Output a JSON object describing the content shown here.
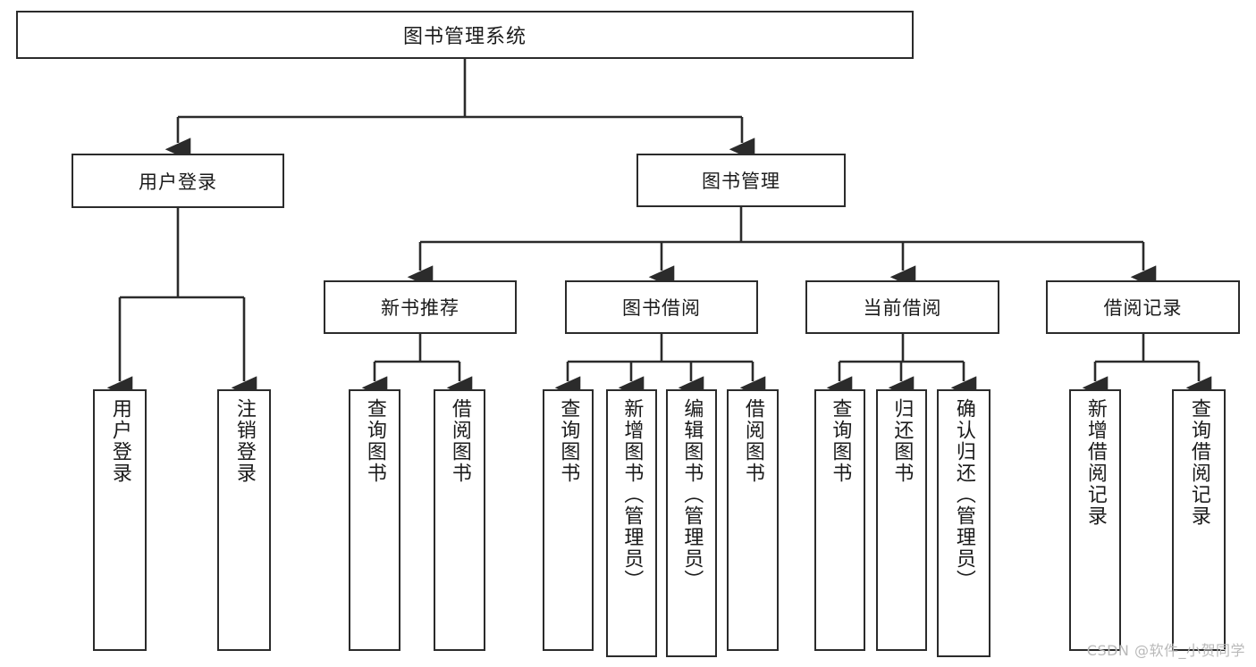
{
  "diagram": {
    "title": "图书管理系统",
    "type": "hierarchy-tree",
    "colors": {
      "box_border": "#2b2b2b",
      "box_fill": "#ffffff",
      "connector": "#2b2b2b",
      "watermark": "#b9b9b9"
    },
    "root": {
      "label": "图书管理系统"
    },
    "level1": [
      {
        "label": "用户登录"
      },
      {
        "label": "图书管理"
      }
    ],
    "level2": [
      {
        "label": "新书推荐"
      },
      {
        "label": "图书借阅"
      },
      {
        "label": "当前借阅"
      },
      {
        "label": "借阅记录"
      }
    ],
    "leaves": {
      "user_login": [
        {
          "label": "用户登录"
        },
        {
          "label": "注销登录"
        }
      ],
      "new_book_recommend": [
        {
          "label": "查询图书"
        },
        {
          "label": "借阅图书"
        }
      ],
      "book_borrow": [
        {
          "label": "查询图书"
        },
        {
          "label": "新增图书（管理员）"
        },
        {
          "label": "编辑图书（管理员）"
        },
        {
          "label": "借阅图书"
        }
      ],
      "current_borrow": [
        {
          "label": "查询图书"
        },
        {
          "label": "归还图书"
        },
        {
          "label": "确认归还（管理员）"
        }
      ],
      "borrow_record": [
        {
          "label": "新增借阅记录"
        },
        {
          "label": "查询借阅记录"
        }
      ]
    }
  },
  "watermark": {
    "text": "CSDN @软件_小贺同学"
  }
}
